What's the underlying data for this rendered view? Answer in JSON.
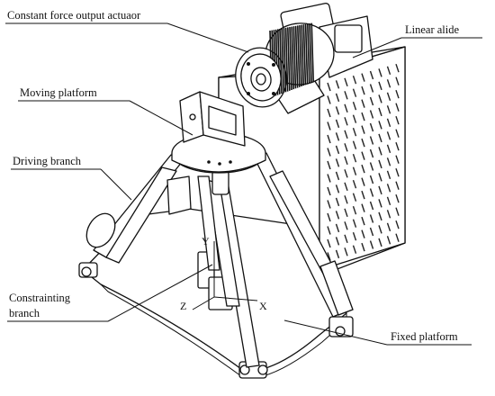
{
  "labels": {
    "constant_force_actuator": "Constant force output actuaor",
    "linear_slide": "Linear alide",
    "moving_platform": "Moving platform",
    "driving_branch": "Driving branch",
    "constraining_branch_line1": "Constrainting",
    "constraining_branch_line2": "branch",
    "fixed_platform": "Fixed platform"
  },
  "axes": {
    "y": "Y",
    "z": "Z",
    "x": "X"
  }
}
